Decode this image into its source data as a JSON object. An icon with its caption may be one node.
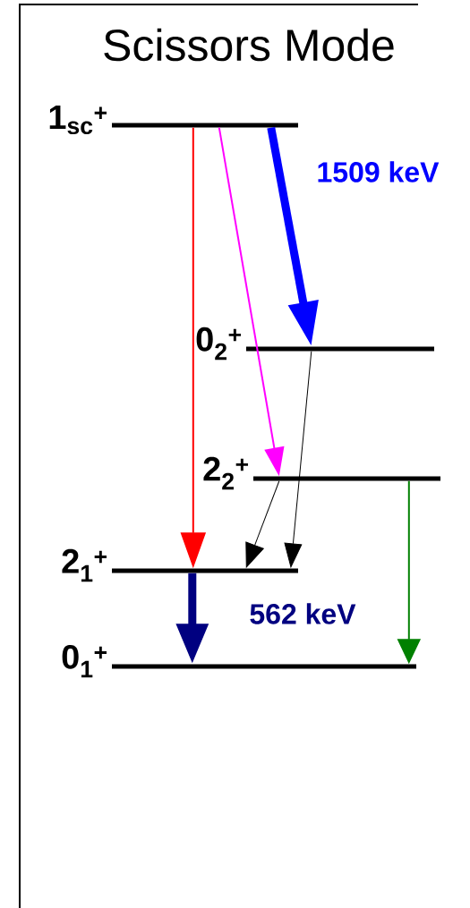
{
  "diagram": {
    "title": "Scissors Mode",
    "nodes": [
      {
        "text": [
          "1$_{sc}$$^{+}$"
        ]
      },
      {
        "text": [
          "0$_{2}$$^{+}$"
        ]
      },
      {
        "text": [
          "2$_{2}$$^{+}$"
        ]
      },
      {
        "text": [
          "2$_{1}$$^{+}$"
        ]
      },
      {
        "text": [
          "0$_{1}$$^{+}$"
        ]
      }
    ],
    "edges": [
      {
        "from": 0,
        "to": 3,
        "arrow": "to",
        "color": "#ff0000"
      },
      {
        "from": 0,
        "to": 2,
        "arrow": "to",
        "color": "#ff00ff"
      },
      {
        "from": 0,
        "to": 1,
        "arrow": "to",
        "label": "1509 keV",
        "style": "thick",
        "color": "#0000ff"
      },
      {
        "from": 1,
        "to": 3,
        "arrow": "to"
      },
      {
        "from": 2,
        "to": 3,
        "arrow": "to"
      },
      {
        "from": 3,
        "to": 4,
        "arrow": "to",
        "label": "562 keV",
        "style": "thick",
        "color": "#000080"
      },
      {
        "from": 2,
        "to": 4,
        "arrow": "to",
        "color": "#008000"
      }
    ]
  }
}
